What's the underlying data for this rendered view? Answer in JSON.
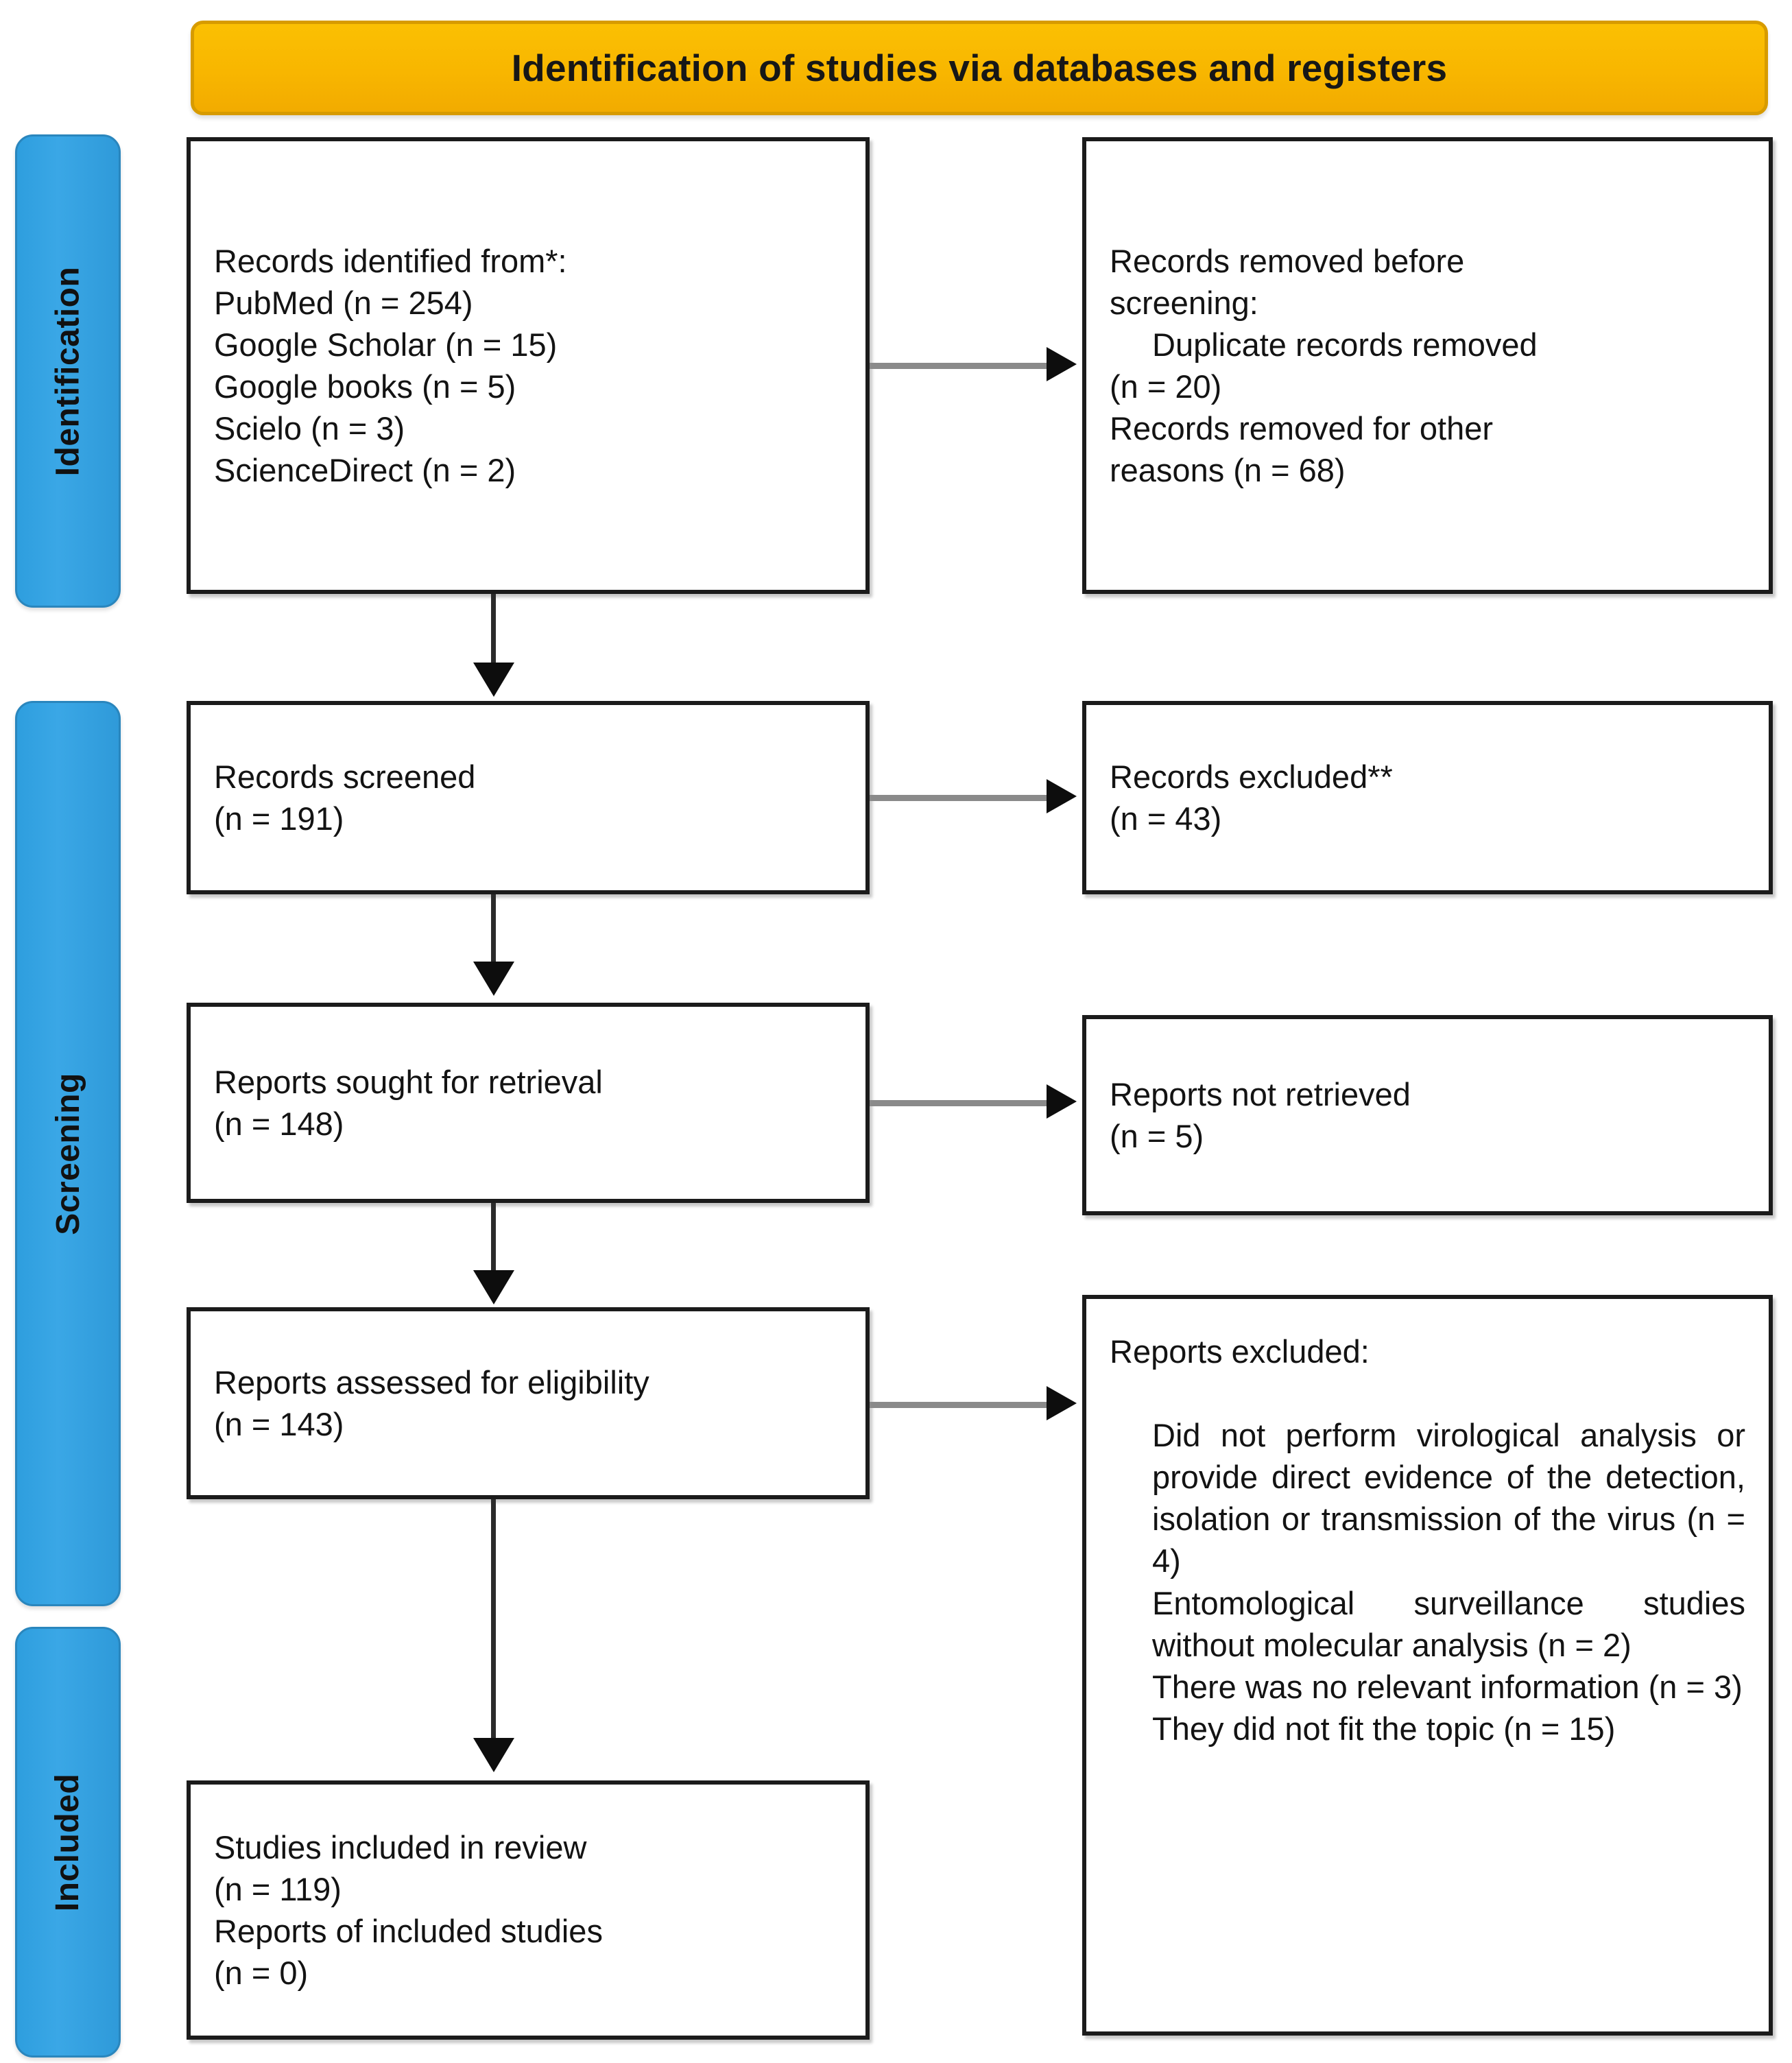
{
  "banner": {
    "title": "Identification of studies via databases and registers",
    "fill_color": "#F8B600",
    "border_color": "#D79B00"
  },
  "stages": {
    "fill_color": "#2F9ADB",
    "items": [
      {
        "id": "identification",
        "label": "Identification"
      },
      {
        "id": "screening",
        "label": "Screening"
      },
      {
        "id": "included",
        "label": "Included"
      }
    ]
  },
  "boxes": {
    "identified": {
      "lines": [
        "Records identified from*:",
        "PubMed (n = 254)",
        "Google Scholar (n = 15)",
        "Google books (n = 5)",
        "Scielo (n = 3)",
        "ScienceDirect (n = 2)"
      ]
    },
    "removed": {
      "lines": [
        "Records removed before",
        "screening:",
        "Duplicate records removed",
        "(n = 20)",
        "Records removed for other",
        "reasons (n = 68)"
      ]
    },
    "screened": {
      "lines": [
        "Records screened",
        "(n = 191)"
      ]
    },
    "excluded_records": {
      "lines": [
        "Records excluded**",
        "(n = 43)"
      ]
    },
    "sought": {
      "lines": [
        "Reports sought for retrieval",
        "(n = 148)"
      ]
    },
    "not_retrieved": {
      "lines": [
        "Reports not retrieved",
        "(n = 5)"
      ]
    },
    "assessed": {
      "lines": [
        "Reports assessed for eligibility",
        "(n = 143)"
      ]
    },
    "reports_excluded": {
      "heading": "Reports excluded:",
      "reasons": [
        "Did not perform virological analysis or provide direct evidence of the detection, isolation or transmission of the virus (n = 4)",
        "Entomological surveillance studies without molecular analysis (n = 2)",
        "There was no relevant information (n = 3)",
        "They did not fit the topic (n = 15)"
      ]
    },
    "included": {
      "lines": [
        "Studies included in review",
        "(n = 119)",
        "Reports of included studies",
        "(n = 0)"
      ]
    }
  },
  "connectors": {
    "arrow_line_color": "#8A8A8A",
    "arrow_head_color": "#0D0D0D"
  }
}
